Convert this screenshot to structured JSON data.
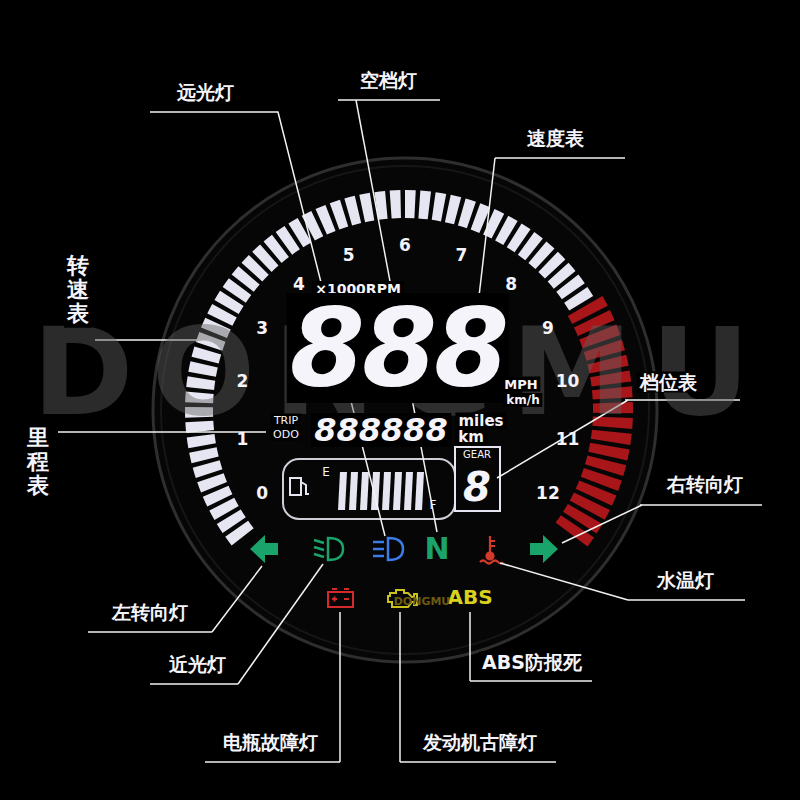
{
  "diagram": {
    "labels": [
      "DONGMU",
      "远光灯",
      "空档灯",
      "速度表",
      "转速表",
      "档位表",
      "里程表",
      "右转向灯",
      "水温灯",
      "左转向灯",
      "近光灯",
      "ABS防报死",
      "电瓶故障灯",
      "发动机古障灯",
      "×1000RPM",
      "0",
      "1",
      "2",
      "3",
      "4",
      "5",
      "6",
      "7",
      "8",
      "9",
      "10",
      "11",
      "12",
      "888",
      "MPH",
      "km/h",
      "TRIP",
      "ODO",
      "888888",
      "miles",
      "km",
      "E",
      "F",
      "GEAR",
      "8",
      "N",
      "ABS",
      "DONGMU"
    ]
  }
}
